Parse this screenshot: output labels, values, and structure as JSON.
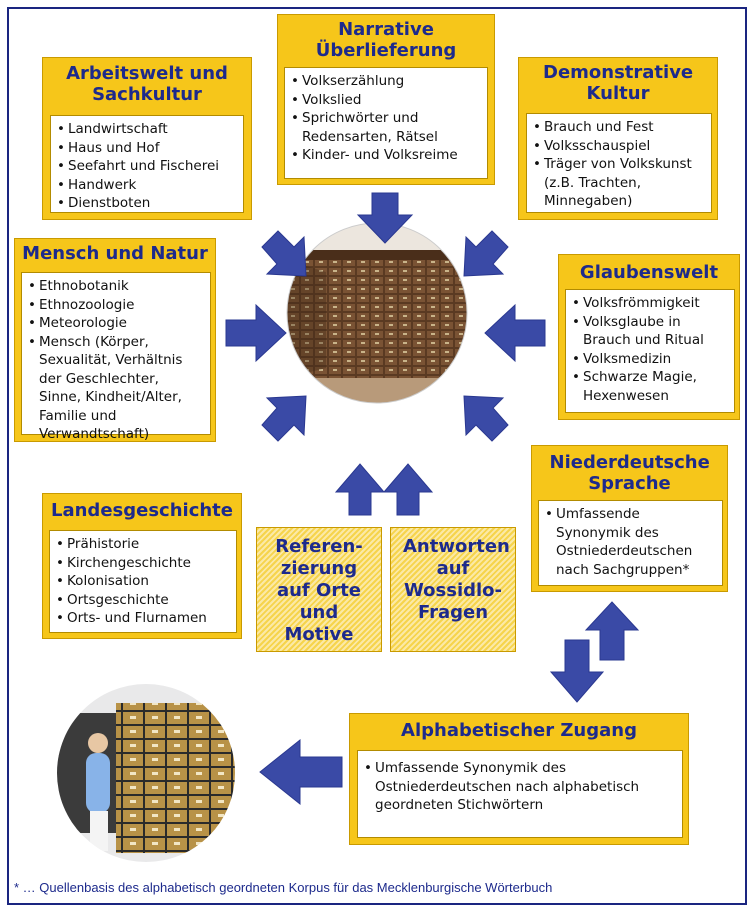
{
  "boxes": {
    "arbeitswelt": {
      "title": "Arbeitswelt und Sachkultur",
      "items": [
        "Landwirtschaft",
        "Haus und Hof",
        "Seefahrt und Fischerei",
        "Handwerk",
        "Dienstboten"
      ]
    },
    "narrative": {
      "title": "Narrative Überlieferung",
      "items": [
        "Volkserzählung",
        "Volkslied",
        "Sprichwörter und Redensarten, Rätsel",
        "Kinder- und Volksreime"
      ]
    },
    "demonstrative": {
      "title": "Demonstrative Kultur",
      "items": [
        "Brauch und Fest",
        "Volksschauspiel",
        "Träger von Volkskunst (z.B. Trachten, Minnegaben)"
      ]
    },
    "mensch": {
      "title": "Mensch und Natur",
      "items": [
        "Ethnobotanik",
        "Ethnozoologie",
        "Meteorologie",
        "Mensch (Körper, Sexualität, Verhältnis der Geschlechter, Sinne, Kindheit/Alter, Familie und Verwandtschaft)"
      ]
    },
    "glaubenswelt": {
      "title": "Glaubenswelt",
      "items": [
        "Volksfrömmigkeit",
        "Volksglaube in Brauch und Ritual",
        "Volksmedizin",
        "Schwarze Magie, Hexenwesen"
      ]
    },
    "landesgeschichte": {
      "title": "Landesgeschichte",
      "items": [
        "Prähistorie",
        "Kirchengeschichte",
        "Kolonisation",
        "Ortsgeschichte",
        "Orts- und Flurnamen"
      ]
    },
    "niederdeutsche": {
      "title": "Niederdeutsche Sprache",
      "items": [
        "Umfassende Synonymik des Ostniederdeutschen nach Sachgruppen*"
      ]
    },
    "alphabetisch": {
      "title": "Alphabetischer Zugang",
      "items": [
        "Umfassende Synonymik des Ostniederdeutschen nach alphabetisch geordneten Stichwörtern"
      ]
    }
  },
  "hatched": {
    "referenzierung": "Referen-zierung auf Orte und Motive",
    "antworten": "Antworten auf Wossidlo-Fragen"
  },
  "footnote": "* … Quellenbasis des alphabetisch geordneten Korpus für das Mecklenburgische Wörterbuch",
  "colors": {
    "box_fill": "#f6c61a",
    "title_text": "#1d2a8c",
    "arrow": "#3a4aa6",
    "frame": "#1a2580"
  }
}
